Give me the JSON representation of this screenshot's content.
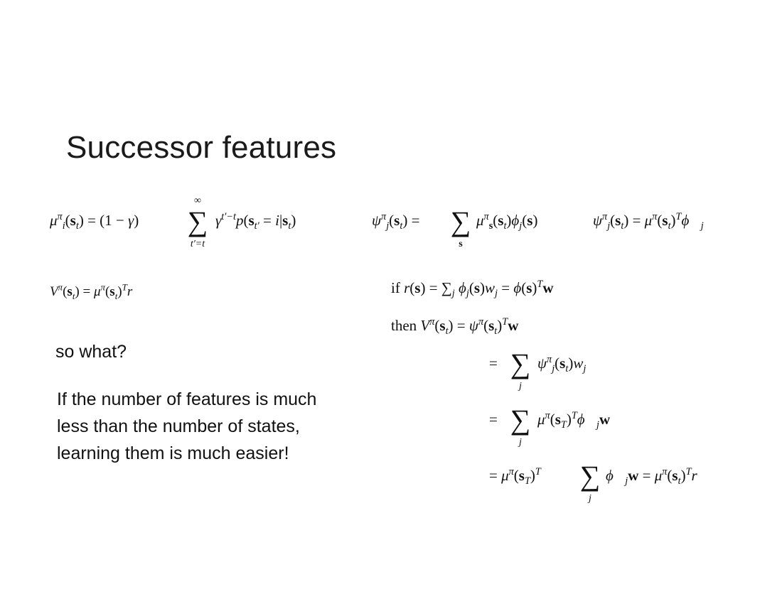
{
  "slide": {
    "title": "Successor features",
    "notes": {
      "so_what": "so what?",
      "explanation": [
        "If the number of features is much",
        "less than the number of states,",
        "learning them is much easier!"
      ]
    }
  }
}
